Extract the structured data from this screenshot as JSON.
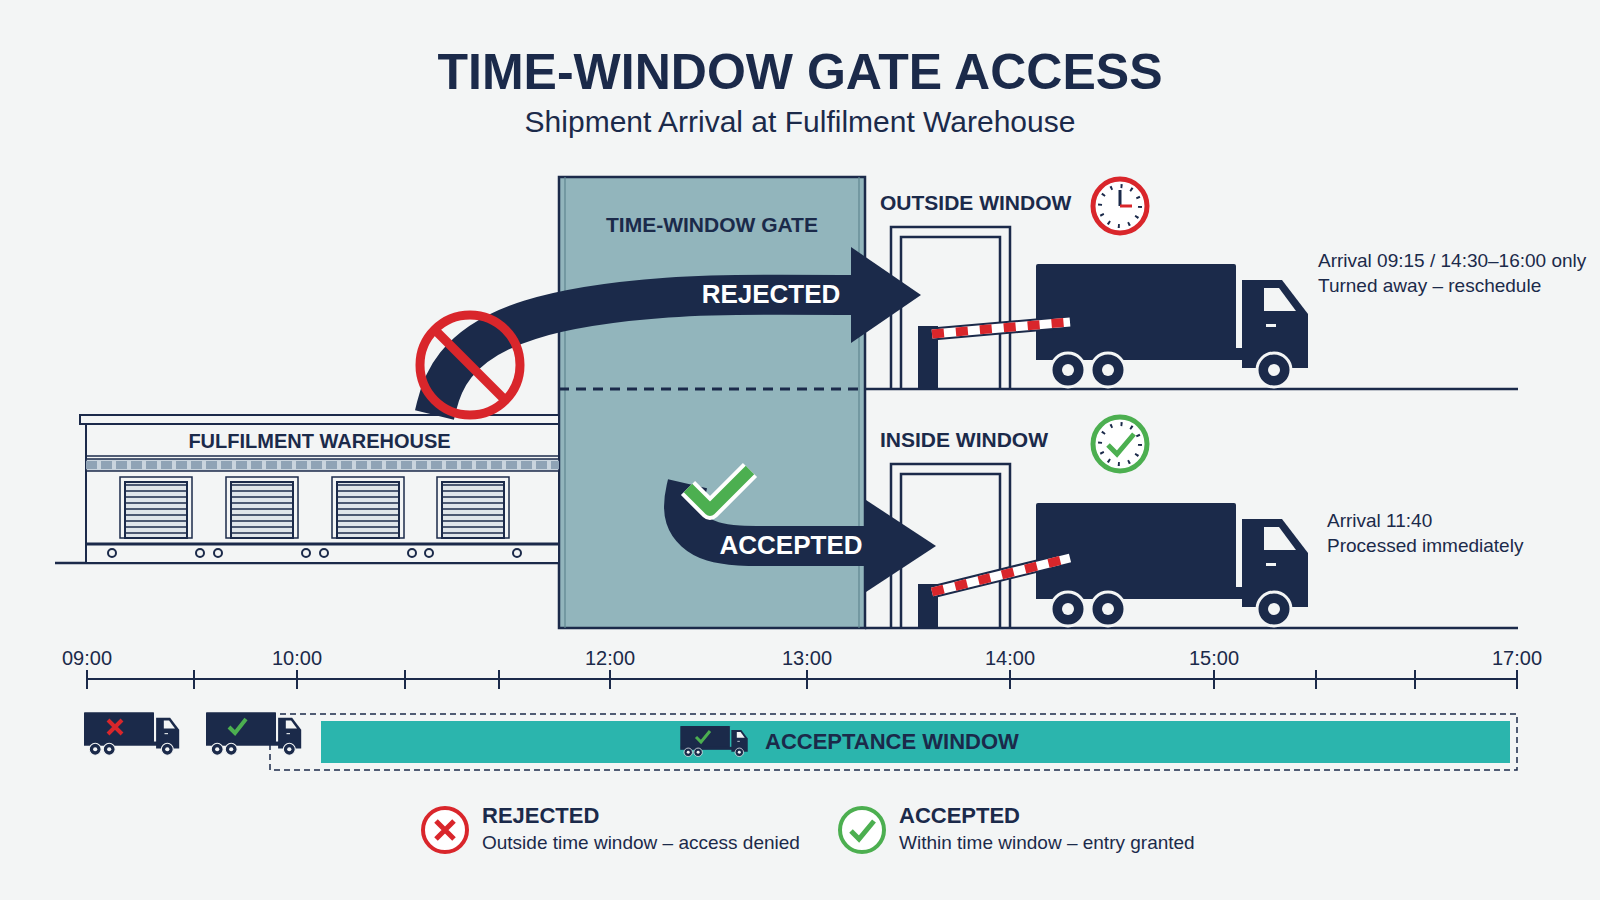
{
  "diagram": {
    "title": "TIME-WINDOW GATE ACCESS",
    "caption": "Shipment Arrival at Fulfilment Warehouse",
    "nodes": [
      {
        "text": [
          "FULFILMENT WAREHOUSE"
        ]
      },
      {
        "text": [
          "TIME-WINDOW GATE"
        ]
      },
      {
        "text": [
          "OUTSIDE WINDOW"
        ]
      },
      {
        "text": [
          "INSIDE WINDOW"
        ]
      },
      {
        "text": [
          "ACCEPTANCE WINDOW"
        ]
      }
    ],
    "edges": [
      {
        "from": 0,
        "to": 2,
        "arrow": "to",
        "label": "REJECTED"
      },
      {
        "from": 1,
        "to": 3,
        "arrow": "to",
        "label": "ACCEPTED"
      }
    ],
    "labels": [
      "Arrival 09:15 / 14:30–16:00 only",
      "Turned away – reschedule",
      "Arrival 11:40",
      "Processed immediately",
      "09:00",
      "10:00",
      "12:00",
      "13:00",
      "14:00",
      "15:00",
      "17:00",
      "Outside time window – access denied",
      "Within time window – entry granted"
    ],
    "legend": [
      {
        "text": "REJECTED"
      },
      {
        "text": "ACCEPTED"
      }
    ]
  }
}
